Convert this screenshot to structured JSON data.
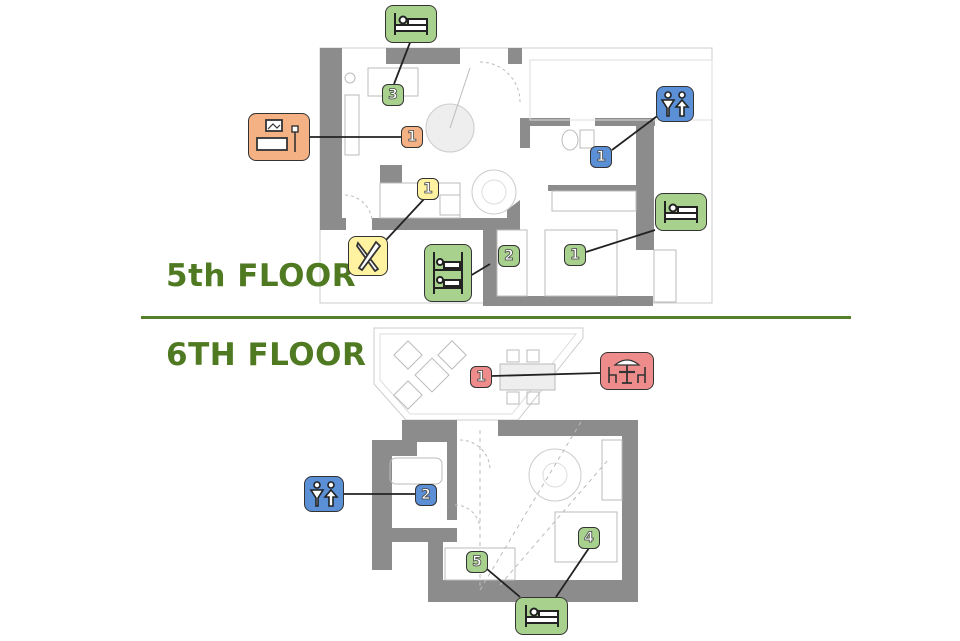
{
  "floors": [
    {
      "title": "5th FLOOR",
      "markers": [
        {
          "id": "f5-living",
          "number": "1",
          "room": "living room",
          "color": "#f4b183",
          "icon": "sofa-lamp-picture-icon"
        },
        {
          "id": "f5-bedroom-3",
          "number": "3",
          "room": "bedroom",
          "color": "#a9d18e",
          "icon": "bed-icon"
        },
        {
          "id": "f5-kitchen",
          "number": "1",
          "room": "kitchen",
          "color": "#fff2a0",
          "icon": "fork-knife-icon"
        },
        {
          "id": "f5-bathroom",
          "number": "1",
          "room": "bathroom",
          "color": "#5b8fd6",
          "icon": "restroom-icon"
        },
        {
          "id": "f5-bunk-bedroom",
          "number": "2",
          "room": "bunk bedroom",
          "color": "#a9d18e",
          "icon": "bunk-bed-icon"
        },
        {
          "id": "f5-bedroom-1",
          "number": "1",
          "room": "bedroom",
          "color": "#a9d18e",
          "icon": "bed-icon"
        }
      ]
    },
    {
      "title": "6TH FLOOR",
      "markers": [
        {
          "id": "f6-terrace",
          "number": "1",
          "room": "terrace dining",
          "color": "#ee8c8c",
          "icon": "patio-table-icon"
        },
        {
          "id": "f6-bathroom",
          "number": "2",
          "room": "bathroom",
          "color": "#5b8fd6",
          "icon": "restroom-icon"
        },
        {
          "id": "f6-bedroom-4",
          "number": "4",
          "room": "bedroom",
          "color": "#a9d18e",
          "icon": "bed-icon"
        },
        {
          "id": "f6-bedroom-5",
          "number": "5",
          "room": "bedroom",
          "color": "#a9d18e",
          "icon": "bed-icon"
        }
      ]
    }
  ],
  "colors": {
    "title_green": "#4f7a22",
    "divider_green": "#557f2a",
    "wall_gray": "#8c8c8c",
    "bedroom": "#a9d18e",
    "living": "#f4b183",
    "kitchen": "#fff2a0",
    "bathroom": "#5b8fd6",
    "terrace": "#ee8c8c"
  }
}
